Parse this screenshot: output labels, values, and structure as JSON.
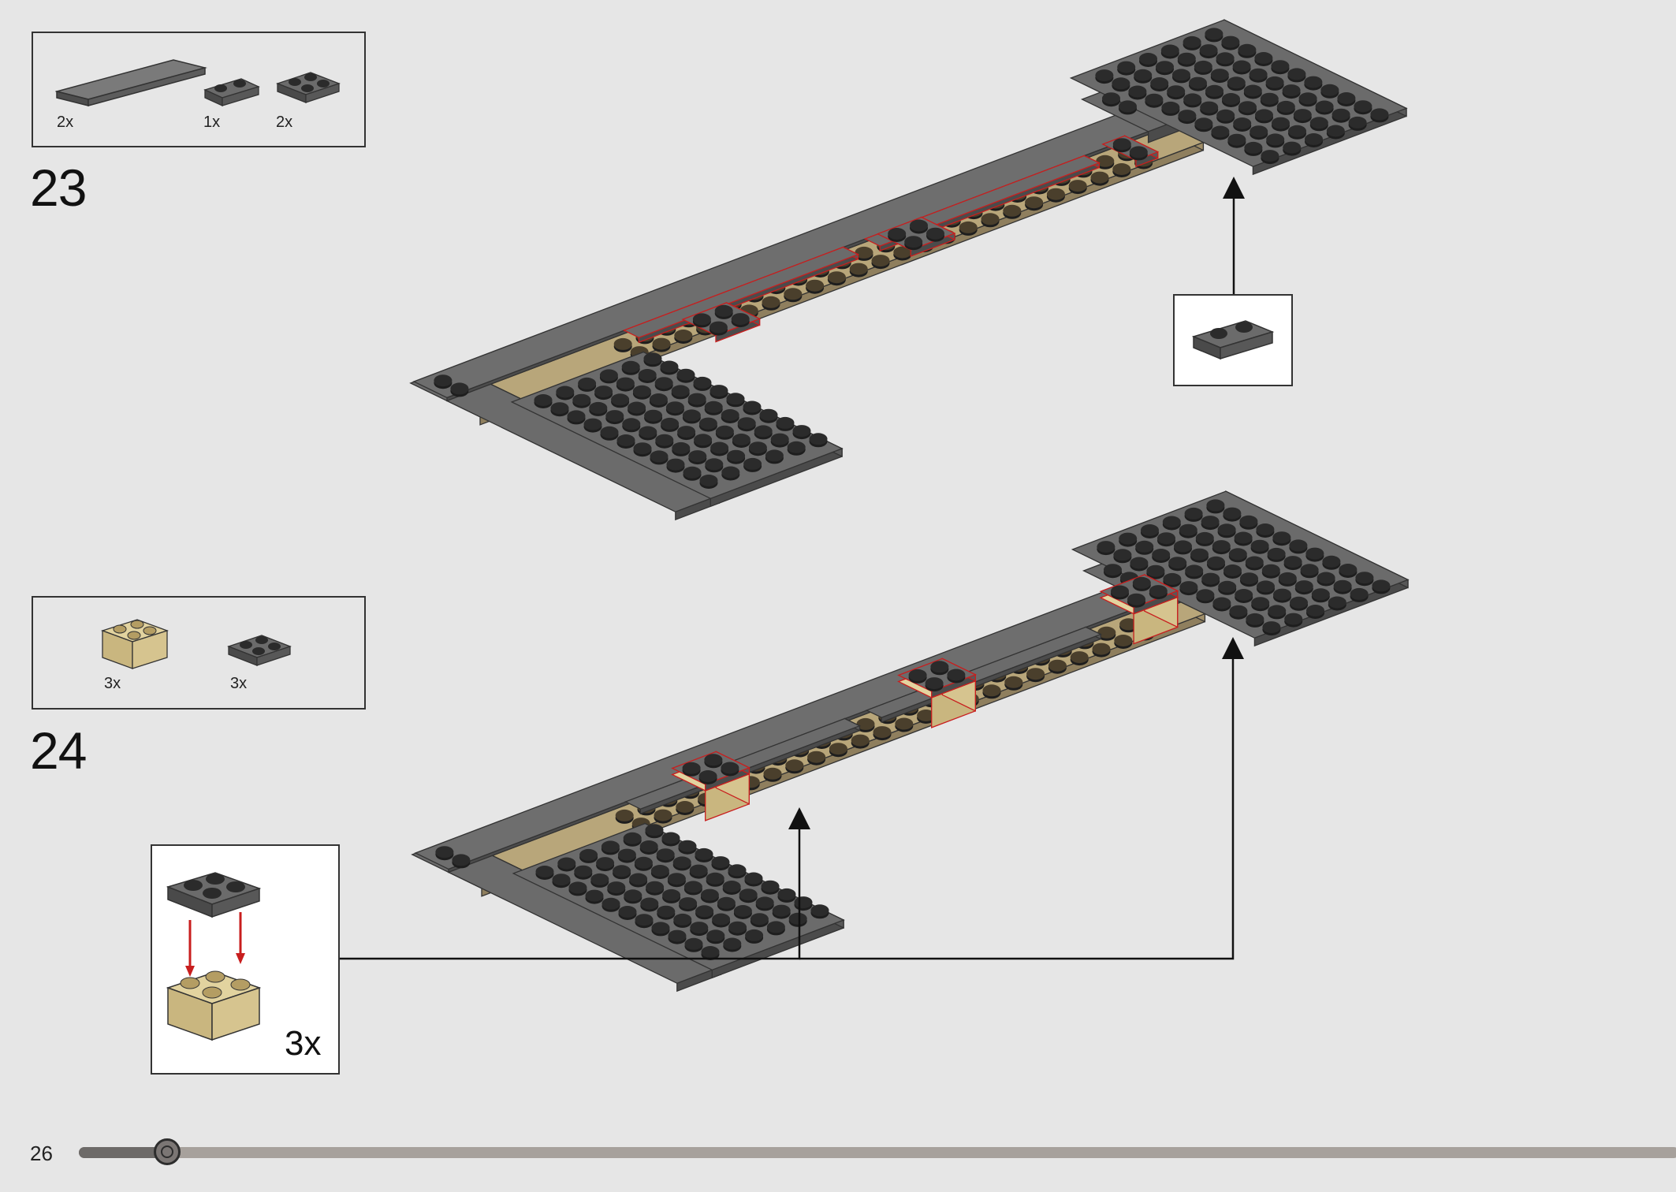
{
  "page": {
    "number": "26",
    "progress_fraction": 0.055
  },
  "colors": {
    "dark_bluish_gray": "#5a5a5a",
    "plate_top": "#6b6b6b",
    "stud": "#2b2b2b",
    "tan": "#d6c48f",
    "tan_dark": "#8f7f5e",
    "highlight": "#c81e1e",
    "background": "#e6e6e6"
  },
  "steps": [
    {
      "number": "23",
      "parts": [
        {
          "icon": "tile-1x8-dark-gray-icon",
          "qty": "2x"
        },
        {
          "icon": "plate-1x2-dark-gray-icon",
          "qty": "1x"
        },
        {
          "icon": "plate-2x2-dark-gray-icon",
          "qty": "2x"
        }
      ],
      "callout_icon": "plate-1x2-dark-gray-icon"
    },
    {
      "number": "24",
      "parts": [
        {
          "icon": "brick-2x2-tan-icon",
          "qty": "3x"
        },
        {
          "icon": "plate-2x2-dark-gray-icon",
          "qty": "3x"
        }
      ],
      "callout": {
        "icon": "subassembly-plate-on-brick-icon",
        "multiplier": "3x"
      }
    }
  ]
}
